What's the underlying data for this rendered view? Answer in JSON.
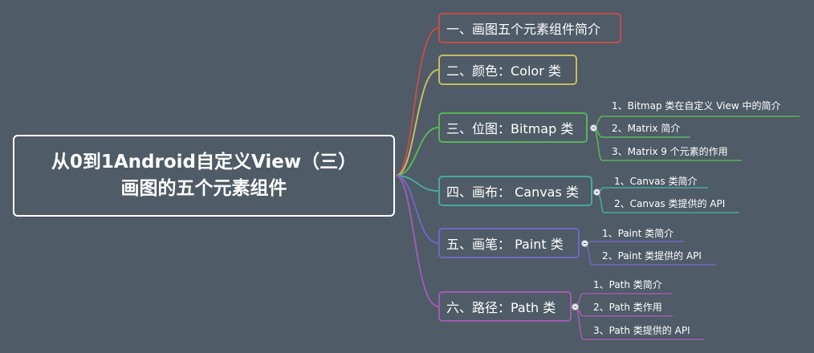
{
  "central": {
    "line1": "从0到1Android自定义View（三）",
    "line2": "画图的五个元素组件"
  },
  "colors": {
    "background": "#4f5b66",
    "topic1": "#c0504d",
    "topic2": "#c4bd61",
    "topic3": "#5bb35b",
    "topic4": "#4aa8a0",
    "topic5": "#7066c4",
    "topic6": "#a05cb0"
  },
  "topics": [
    {
      "label": "一、画图五个元素组件简介",
      "children": []
    },
    {
      "label": "二、颜色：Color 类",
      "children": []
    },
    {
      "label": "三、位图：Bitmap 类",
      "children": [
        "1、Bitmap 类在自定义 View 中的简介",
        "2、Matrix 简介",
        "3、Matrix 9 个元素的作用"
      ]
    },
    {
      "label": "四、画布： Canvas 类",
      "children": [
        "1、Canvas 类简介",
        "2、Canvas 类提供的 API"
      ]
    },
    {
      "label": "五、画笔： Paint 类",
      "children": [
        "1、Paint 类简介",
        "2、Paint 类提供的 API"
      ]
    },
    {
      "label": "六、路径：Path 类",
      "children": [
        "1、Path 类简介",
        "2、Path 类作用",
        "3、Path 类提供的 API"
      ]
    }
  ]
}
